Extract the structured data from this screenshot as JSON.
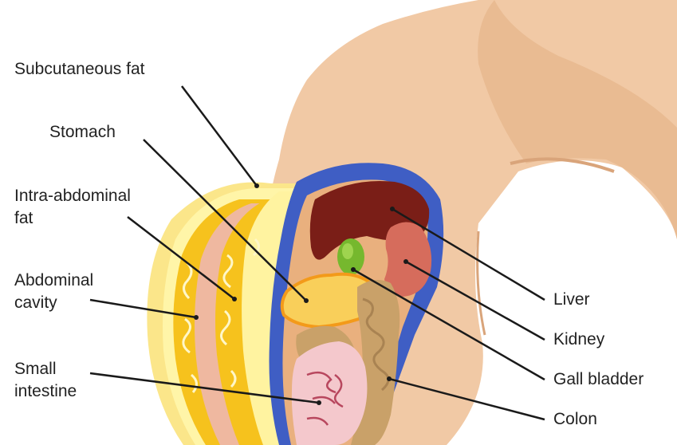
{
  "diagram": {
    "labels": {
      "subcutaneous_fat": "Subcutaneous fat",
      "stomach": "Stomach",
      "intra_abdominal_fat": [
        "Intra-abdominal",
        "fat"
      ],
      "abdominal_cavity": [
        "Abdominal",
        "cavity"
      ],
      "small_intestine": [
        "Small",
        "intestine"
      ],
      "liver": "Liver",
      "kidney": "Kidney",
      "gall_bladder": "Gall bladder",
      "colon": "Colon"
    },
    "colors": {
      "skin": "#f1c9a5",
      "skin_shadow": "#e3b48c",
      "subcutaneous_fat": "#fbe68a",
      "fat_tissue": "#f6c21d",
      "fat_light": "#fff7b6",
      "fat_band": "#efb8a0",
      "cavity_lining": "#3f5ec4",
      "liver": "#7a1e17",
      "kidney": "#d66c5c",
      "gall_bladder": "#76b82e",
      "stomach": "#f9cf5a",
      "stomach_edge": "#f39a1a",
      "colon": "#c9a169",
      "small_intestine": "#f4c8cc",
      "leader_line": "#1a1a1a"
    }
  }
}
